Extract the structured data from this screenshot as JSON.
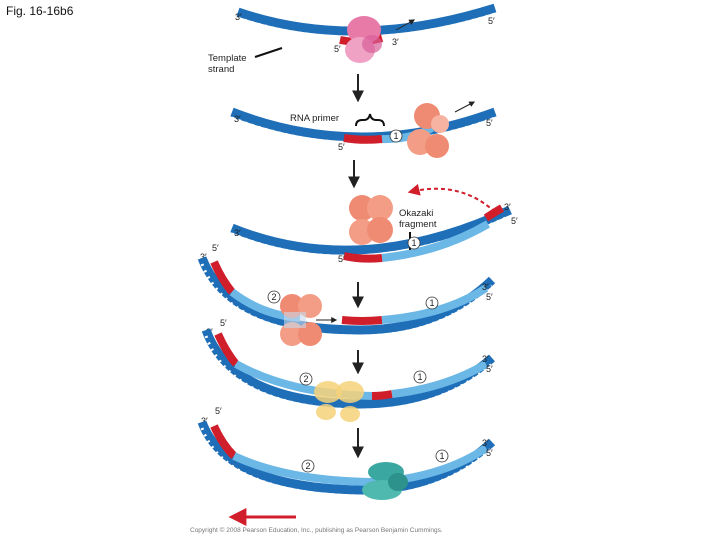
{
  "figure_title": "Fig. 16-16b6",
  "copyright": "Copyright © 2008 Pearson Education, Inc., publishing as Pearson Benjamin Cummings.",
  "labels": {
    "template_strand": [
      "Template",
      "strand"
    ],
    "rna_primer": "RNA primer",
    "okazaki_fragment": [
      "Okazaki",
      "fragment"
    ]
  },
  "strand_ends": {
    "three_prime": "3′",
    "five_prime": "5′"
  },
  "fragment_numbers": {
    "one": "1",
    "two": "2"
  },
  "colors": {
    "template_strand": "#1f6fb8",
    "new_dna": "#6bb7e6",
    "rna_primer": "#d11e2b",
    "primase": "#e87aa8",
    "dna_pol_iii": "#f08b73",
    "dna_pol_i": "#f6d27a",
    "dna_ligase": "#3aa8a0",
    "arrows": "#222222",
    "overall_direction_arrow": "#d11e2b"
  }
}
